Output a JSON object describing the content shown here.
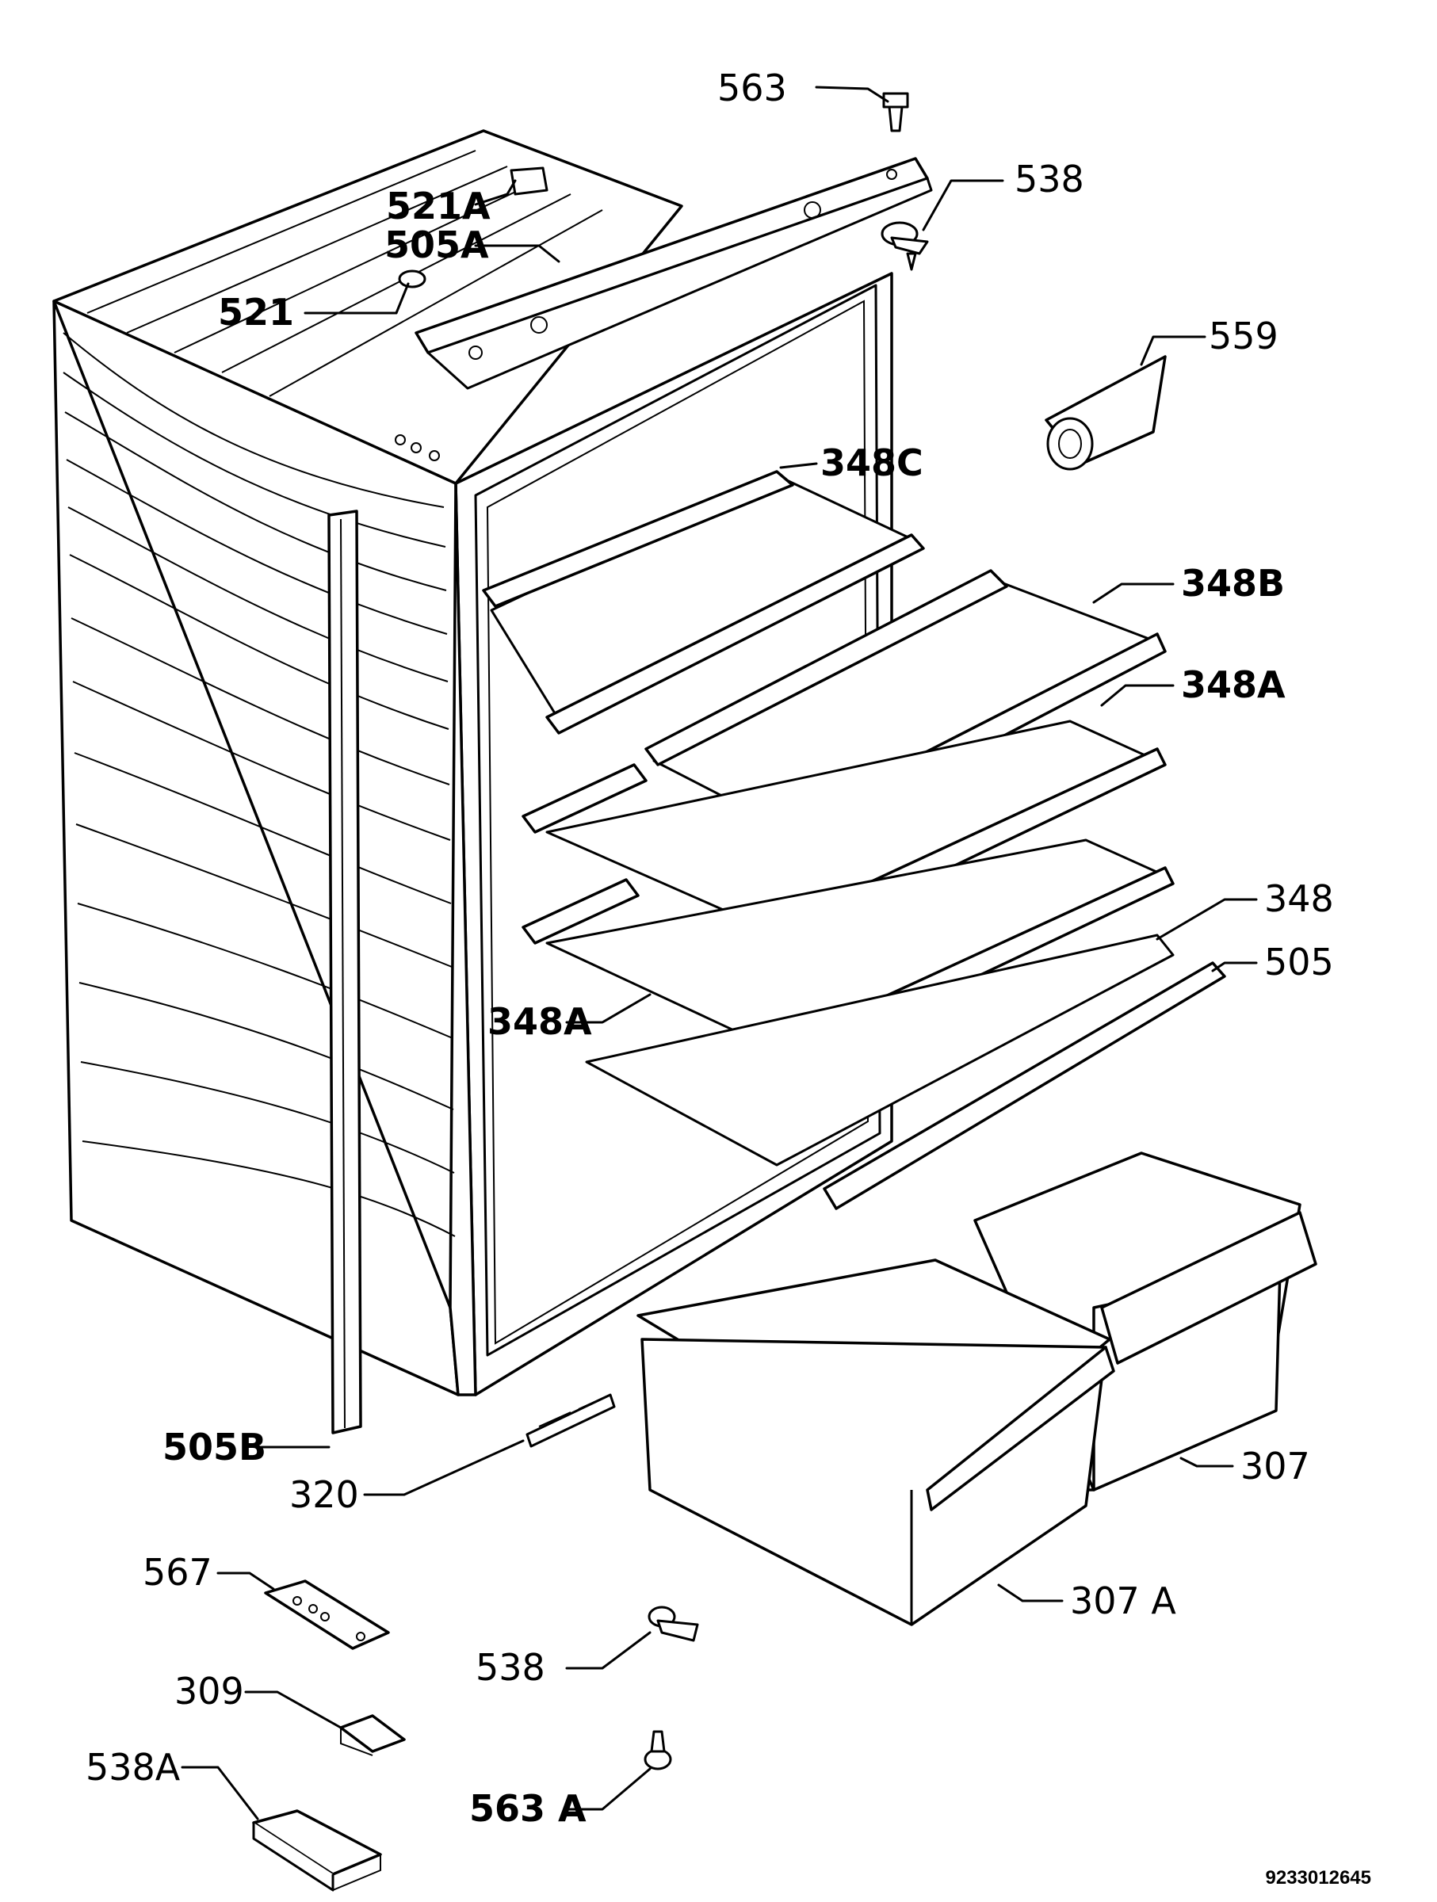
{
  "labels": [
    {
      "key": "l563",
      "text": "563"
    },
    {
      "key": "l538t",
      "text": "538"
    },
    {
      "key": "l521a",
      "text": "521A"
    },
    {
      "key": "l505a",
      "text": "505A"
    },
    {
      "key": "l521",
      "text": "521"
    },
    {
      "key": "l559",
      "text": "559"
    },
    {
      "key": "l348c",
      "text": "348C"
    },
    {
      "key": "l348b",
      "text": "348B"
    },
    {
      "key": "l348a1",
      "text": "348A"
    },
    {
      "key": "l348",
      "text": "348"
    },
    {
      "key": "l505",
      "text": "505"
    },
    {
      "key": "l348a2",
      "text": "348A"
    },
    {
      "key": "l505b",
      "text": "505B"
    },
    {
      "key": "l320",
      "text": "320"
    },
    {
      "key": "l307",
      "text": "307"
    },
    {
      "key": "l307a",
      "text": "307 A"
    },
    {
      "key": "l567",
      "text": "567"
    },
    {
      "key": "l538b",
      "text": "538"
    },
    {
      "key": "l309",
      "text": "309"
    },
    {
      "key": "l538a",
      "text": "538A"
    },
    {
      "key": "l563a",
      "text": "563 A"
    }
  ],
  "reference_number": "9233012645",
  "colors": {
    "ink": "#000000",
    "paper": "#ffffff"
  }
}
